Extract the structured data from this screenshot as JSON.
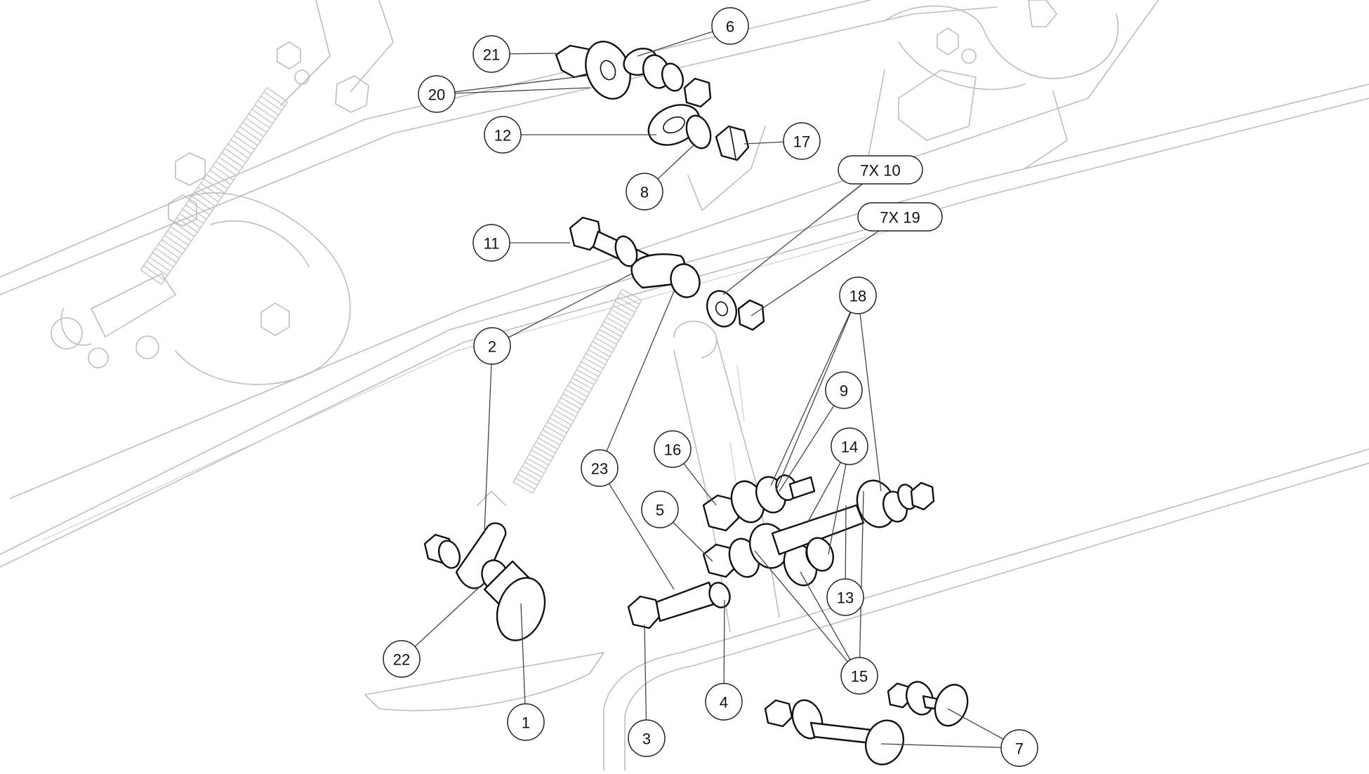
{
  "callouts": [
    {
      "id": "c21",
      "label": "21",
      "shape": "circle"
    },
    {
      "id": "c6",
      "label": "6",
      "shape": "circle"
    },
    {
      "id": "c20",
      "label": "20",
      "shape": "circle"
    },
    {
      "id": "c12",
      "label": "12",
      "shape": "circle"
    },
    {
      "id": "c17",
      "label": "17",
      "shape": "circle"
    },
    {
      "id": "c8",
      "label": "8",
      "shape": "circle"
    },
    {
      "id": "c7x10",
      "label": "7X 10",
      "shape": "pill"
    },
    {
      "id": "c7x19",
      "label": "7X 19",
      "shape": "pill"
    },
    {
      "id": "c11",
      "label": "11",
      "shape": "circle"
    },
    {
      "id": "c18",
      "label": "18",
      "shape": "circle"
    },
    {
      "id": "c2",
      "label": "2",
      "shape": "circle"
    },
    {
      "id": "c9",
      "label": "9",
      "shape": "circle"
    },
    {
      "id": "c16",
      "label": "16",
      "shape": "circle"
    },
    {
      "id": "c14",
      "label": "14",
      "shape": "circle"
    },
    {
      "id": "c23",
      "label": "23",
      "shape": "circle"
    },
    {
      "id": "c5",
      "label": "5",
      "shape": "circle"
    },
    {
      "id": "c13",
      "label": "13",
      "shape": "circle"
    },
    {
      "id": "c22",
      "label": "22",
      "shape": "circle"
    },
    {
      "id": "c15",
      "label": "15",
      "shape": "circle"
    },
    {
      "id": "c4",
      "label": "4",
      "shape": "circle"
    },
    {
      "id": "c1",
      "label": "1",
      "shape": "circle"
    },
    {
      "id": "c3",
      "label": "3",
      "shape": "circle"
    },
    {
      "id": "c7",
      "label": "7",
      "shape": "circle"
    }
  ],
  "colors": {
    "line": "#111111",
    "ghost": "#bdbdbd",
    "background": "#ffffff"
  }
}
